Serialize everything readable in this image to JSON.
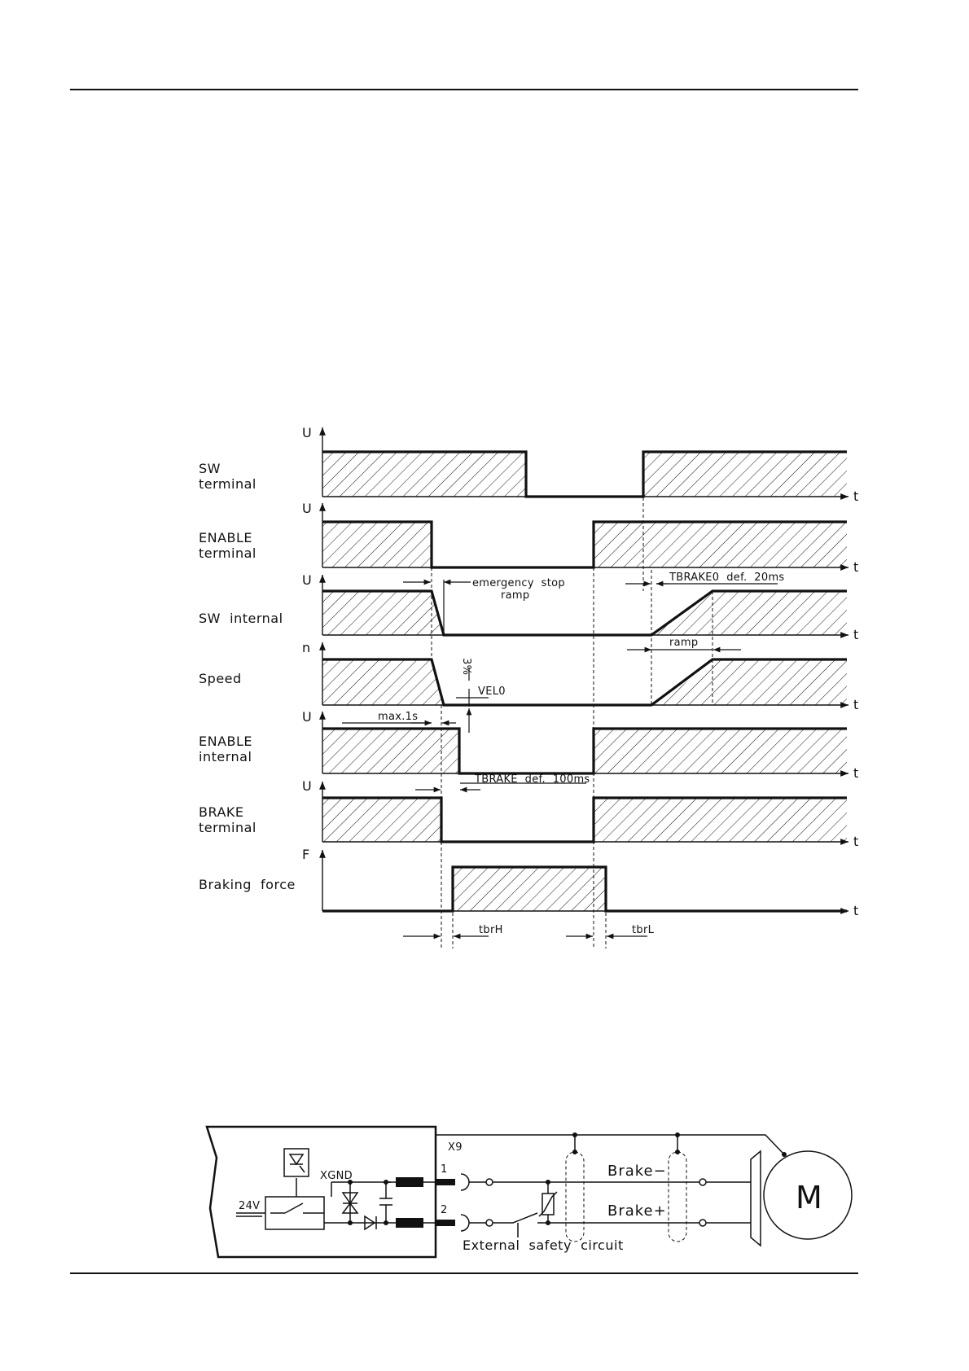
{
  "timing_diagram": {
    "rows": [
      {
        "label_lines": [
          "SW",
          "terminal"
        ],
        "axis": "U"
      },
      {
        "label_lines": [
          "ENABLE",
          "terminal"
        ],
        "axis": "U"
      },
      {
        "label_lines": [
          "SW  internal"
        ],
        "axis": "U"
      },
      {
        "label_lines": [
          "Speed"
        ],
        "axis": "n"
      },
      {
        "label_lines": [
          "ENABLE",
          "internal"
        ],
        "axis": "U"
      },
      {
        "label_lines": [
          "BRAKE",
          "terminal"
        ],
        "axis": "U"
      },
      {
        "label_lines": [
          "Braking  force"
        ],
        "axis": "F"
      }
    ],
    "time_axis_label": "t",
    "annotations": {
      "emergency_stop_1": "emergency  stop",
      "emergency_stop_2": "ramp",
      "tbrake0": "TBRAKE0  def.  20ms",
      "ramp": "ramp",
      "three_percent": "3%",
      "vel0": "VEL0",
      "max1s": "max.1s",
      "tbrake": "TBRAKE  def.  100ms",
      "tbrh": "tbrH",
      "tbrl": "tbrL"
    }
  },
  "circuit": {
    "x9": "X9",
    "xgnd": "XGND",
    "v24": "24V",
    "pin1": "1",
    "pin2": "2",
    "brake_minus": "Brake−",
    "brake_plus": "Brake+",
    "external_safety": "External  safety  circuit",
    "motor": "M"
  }
}
